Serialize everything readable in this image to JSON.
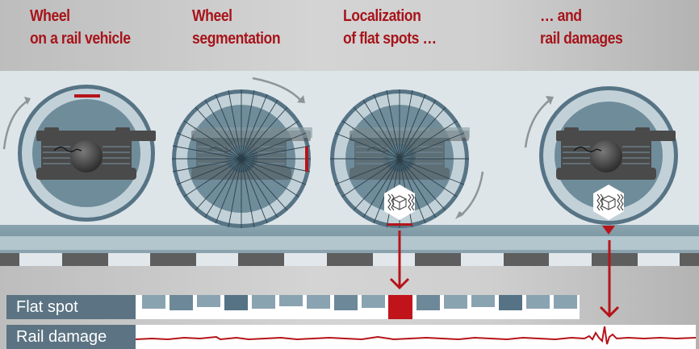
{
  "captions": [
    {
      "line1": "Wheel",
      "line2": "on a rail vehicle"
    },
    {
      "line1": "Wheel",
      "line2": "segmentation"
    },
    {
      "line1": "Localization",
      "line2": "of flat spots …"
    },
    {
      "line1": "… and",
      "line2": "rail damages"
    }
  ],
  "rows": {
    "flat_spot_label": "Flat spot",
    "rail_damage_label": "Rail damage"
  },
  "icons": [
    "rotation-arrow-icon",
    "sensor-cube-vibration-icon",
    "down-arrow-icon"
  ],
  "colors": {
    "accent_red": "#b5141a",
    "label_bg": "#5b7382",
    "wheel_ring": "#577485",
    "wheel_inner": "#6f8c9a",
    "bearing_dark": "#4a4a4a"
  },
  "flat_spot_boxes": [
    {
      "shade": "#8aa3b1"
    },
    {
      "shade": "#6d8898"
    },
    {
      "shade": "#8aa3b1"
    },
    {
      "shade": "#557385"
    },
    {
      "shade": "#8aa3b1"
    },
    {
      "shade": "#8aa3b1"
    },
    {
      "shade": "#8aa3b1"
    },
    {
      "shade": "#6d8898"
    },
    {
      "shade": "#8aa3b1"
    },
    {
      "shade": "#c0141a",
      "highlighted": true
    },
    {
      "shade": "#6d8898"
    },
    {
      "shade": "#8aa3b1"
    },
    {
      "shade": "#8aa3b1"
    },
    {
      "shade": "#557385"
    },
    {
      "shade": "#8aa3b1"
    },
    {
      "shade": "#8aa3b1"
    }
  ]
}
